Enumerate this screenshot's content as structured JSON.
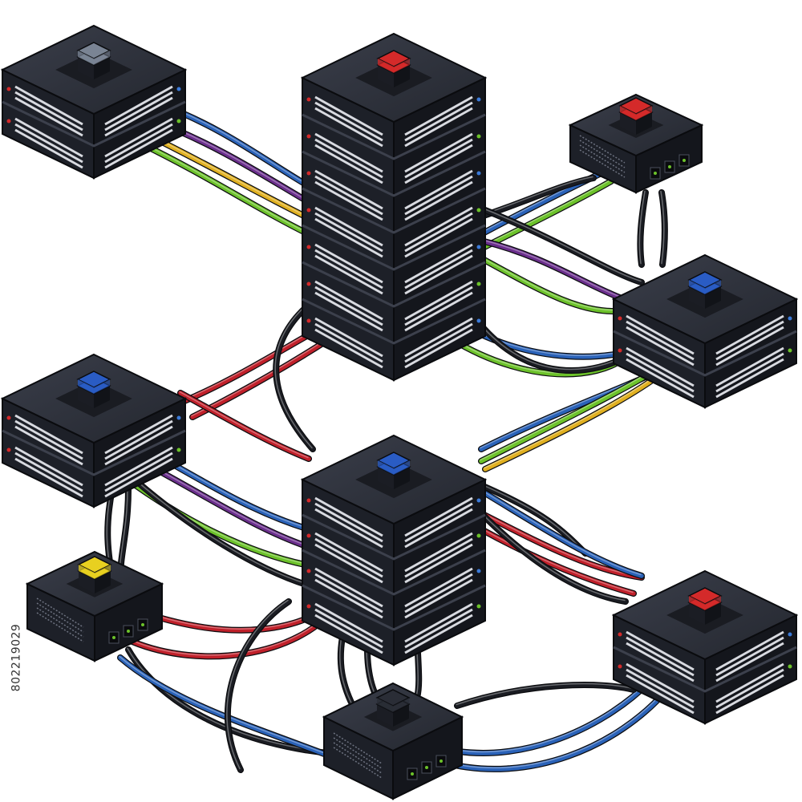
{
  "image": {
    "description_labels": {
      "stock_id": "802219029"
    },
    "palette": {
      "background": "#ffffff",
      "device_top": "#2d3039",
      "device_left": "#1d2028",
      "device_right": "#14161c",
      "vent": "#d8dae0",
      "cable_blue": "#2a62b8",
      "cable_red": "#c0202a",
      "cable_green": "#6cc22a",
      "cable_yellow": "#e0b020",
      "cable_purple": "#6a2e8c",
      "cable_black": "#1a1c22",
      "button_red": "#d42a2a",
      "button_blue": "#2a5cc4",
      "button_yellow": "#e8d020",
      "button_gray": "#7a8494"
    },
    "devices": [
      {
        "name": "server-top-left",
        "kind": "two-unit-server",
        "button": "gray"
      },
      {
        "name": "server-top-center",
        "kind": "seven-unit-tower",
        "button": "red"
      },
      {
        "name": "switch-top-right",
        "kind": "switch",
        "button": "red"
      },
      {
        "name": "server-right-middle",
        "kind": "two-unit-server",
        "button": "blue"
      },
      {
        "name": "server-left-middle",
        "kind": "two-unit-server",
        "button": "blue"
      },
      {
        "name": "server-center",
        "kind": "four-unit-tower",
        "button": "blue"
      },
      {
        "name": "switch-bottom-left",
        "kind": "switch",
        "button": "yellow"
      },
      {
        "name": "server-bottom-right",
        "kind": "two-unit-server",
        "button": "red"
      },
      {
        "name": "switch-bottom-center",
        "kind": "switch",
        "button": "black"
      }
    ]
  }
}
